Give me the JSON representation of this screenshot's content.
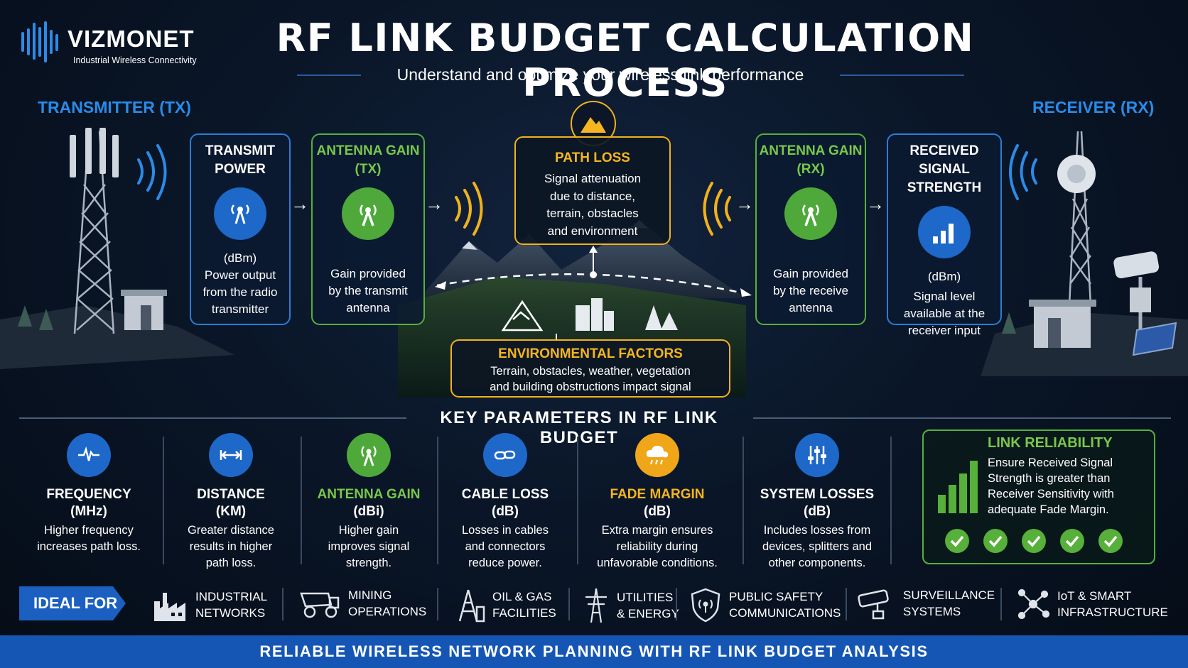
{
  "header": {
    "logo_name": "VIZMONET",
    "logo_tagline": "Industrial Wireless Connectivity",
    "title": "RF LINK BUDGET CALCULATION PROCESS",
    "subtitle": "Understand and optimize your wireless link performance"
  },
  "sides": {
    "tx": "TRANSMITTER (TX)",
    "rx": "RECEIVER (RX)"
  },
  "flow": {
    "transmit_power": {
      "title1": "TRANSMIT",
      "title2": "POWER",
      "l1": "(dBm)",
      "l2": "Power output",
      "l3": "from the radio",
      "l4": "transmitter",
      "icon": "antenna-signal-icon"
    },
    "antenna_tx": {
      "title1": "ANTENNA GAIN",
      "title2": "(TX)",
      "l1": "Gain provided",
      "l2": "by the transmit",
      "l3": "antenna",
      "icon": "antenna-icon"
    },
    "path_loss": {
      "title": "PATH  LOSS",
      "l1": "Signal attenuation",
      "l2": "due to distance,",
      "l3": "terrain, obstacles",
      "l4": "and environment",
      "icon": "mountain-icon"
    },
    "antenna_rx": {
      "title1": "ANTENNA GAIN",
      "title2": "(RX)",
      "l1": "Gain provided",
      "l2": "by the receive",
      "l3": "antenna",
      "icon": "antenna-icon"
    },
    "received": {
      "title1": "RECEIVED SIGNAL",
      "title2": "STRENGTH",
      "l1": "(dBm)",
      "l2": "Signal level",
      "l3": "available at the",
      "l4": "receiver input",
      "icon": "signal-bars-icon"
    }
  },
  "environment": {
    "title": "ENVIRONMENTAL  FACTORS",
    "l1": "Terrain, obstacles, weather, vegetation",
    "l2": "and building obstructions impact signal"
  },
  "key_params": {
    "title": "KEY PARAMETERS IN RF LINK BUDGET",
    "items": [
      {
        "name": "FREQUENCY",
        "unit": "(MHz)",
        "d1": "Higher frequency",
        "d2": "increases path loss.",
        "d3": "",
        "color": "#1d68c9",
        "icon": "waveform-icon"
      },
      {
        "name": "DISTANCE",
        "unit": "(KM)",
        "d1": "Greater distance",
        "d2": "results in higher",
        "d3": "path loss.",
        "color": "#1d68c9",
        "icon": "distance-icon"
      },
      {
        "name": "ANTENNA GAIN",
        "unit": "(dBi)",
        "d1": "Higher gain",
        "d2": "improves signal",
        "d3": "strength.",
        "color": "#4ea93a",
        "icon": "antenna-icon"
      },
      {
        "name": "CABLE LOSS",
        "unit": "(dB)",
        "d1": "Losses in cables",
        "d2": "and connectors",
        "d3": "reduce power.",
        "color": "#1d68c9",
        "icon": "cable-icon"
      },
      {
        "name": "FADE MARGIN",
        "unit": "(dB)",
        "d1": "Extra margin ensures",
        "d2": "reliability during",
        "d3": "unfavorable conditions.",
        "color": "#f0a619",
        "icon": "cloud-rain-icon"
      },
      {
        "name": "SYSTEM LOSSES",
        "unit": "(dB)",
        "d1": "Includes losses from",
        "d2": "devices, splitters and",
        "d3": "other components.",
        "color": "#1d68c9",
        "icon": "sliders-icon"
      }
    ]
  },
  "reliability": {
    "title": "LINK RELIABILITY",
    "l1": "Ensure Received Signal",
    "l2": "Strength is greater than",
    "l3": "Receiver Sensitivity with",
    "l4": "adequate Fade Margin."
  },
  "ideal_for": {
    "tag": "IDEAL FOR",
    "items": [
      {
        "l1": "INDUSTRIAL",
        "l2": "NETWORKS",
        "icon": "factory-icon"
      },
      {
        "l1": "MINING",
        "l2": "OPERATIONS",
        "icon": "mining-truck-icon"
      },
      {
        "l1": "OIL & GAS",
        "l2": "FACILITIES",
        "icon": "oil-rig-icon"
      },
      {
        "l1": "UTILITIES",
        "l2": "& ENERGY",
        "icon": "power-tower-icon"
      },
      {
        "l1": "PUBLIC SAFETY",
        "l2": "COMMUNICATIONS",
        "icon": "shield-icon"
      },
      {
        "l1": "SURVEILLANCE",
        "l2": "SYSTEMS",
        "icon": "camera-icon"
      },
      {
        "l1": "IoT & SMART",
        "l2": "INFRASTRUCTURE",
        "icon": "network-icon"
      }
    ]
  },
  "footer": "RELIABLE WIRELESS NETWORK PLANNING WITH RF LINK BUDGET ANALYSIS",
  "colors": {
    "blue": "#2b7cd9",
    "green": "#56b039",
    "yellow": "#f0b21c",
    "footer": "#1556b5"
  }
}
